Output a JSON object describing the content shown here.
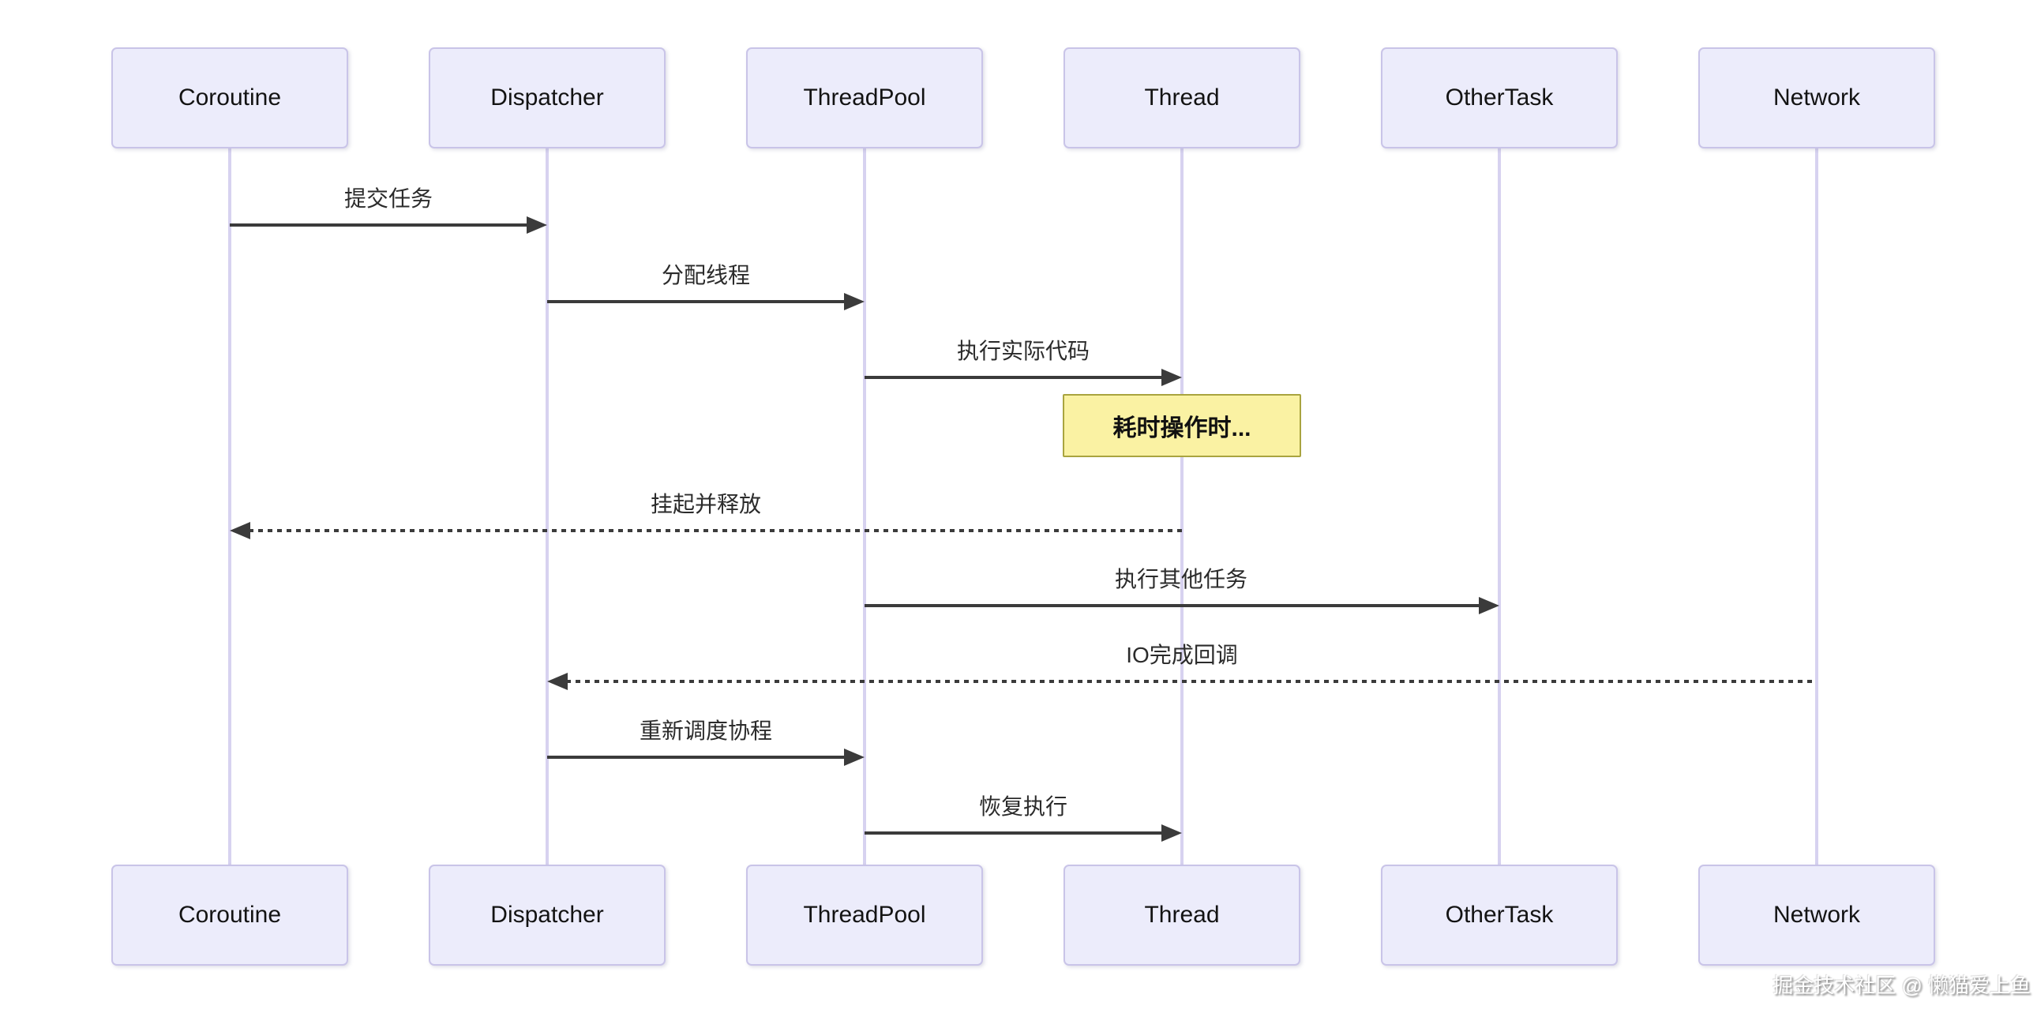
{
  "diagram": {
    "type": "sequence-diagram",
    "participants": [
      {
        "id": "coroutine",
        "label": "Coroutine"
      },
      {
        "id": "dispatcher",
        "label": "Dispatcher"
      },
      {
        "id": "threadpool",
        "label": "ThreadPool"
      },
      {
        "id": "thread",
        "label": "Thread"
      },
      {
        "id": "othertask",
        "label": "OtherTask"
      },
      {
        "id": "network",
        "label": "Network"
      }
    ],
    "messages": [
      {
        "label": "提交任务",
        "from": "Coroutine",
        "to": "Dispatcher",
        "style": "solid"
      },
      {
        "label": "分配线程",
        "from": "Dispatcher",
        "to": "ThreadPool",
        "style": "solid"
      },
      {
        "label": "执行实际代码",
        "from": "ThreadPool",
        "to": "Thread",
        "style": "solid"
      },
      {
        "label": "挂起并释放",
        "from": "Thread",
        "to": "Coroutine",
        "style": "dotted"
      },
      {
        "label": "执行其他任务",
        "from": "ThreadPool",
        "to": "OtherTask",
        "style": "solid"
      },
      {
        "label": "IO完成回调",
        "from": "Network",
        "to": "Dispatcher",
        "style": "dotted"
      },
      {
        "label": "重新调度协程",
        "from": "Dispatcher",
        "to": "ThreadPool",
        "style": "solid"
      },
      {
        "label": "恢复执行",
        "from": "ThreadPool",
        "to": "Thread",
        "style": "solid"
      }
    ],
    "note": {
      "label": "耗时操作时...",
      "over": "Thread"
    },
    "colors": {
      "actor_fill": "#ECECFB",
      "actor_border": "#C9C4E8",
      "lifeline": "#D7D2F0",
      "arrow": "#3B3B3B",
      "note_fill": "#FAF2A3",
      "note_border": "#A9A43F",
      "background": "#FFFFFF"
    },
    "watermark": "掘金技术社区 @ 懒猫爱上鱼"
  }
}
